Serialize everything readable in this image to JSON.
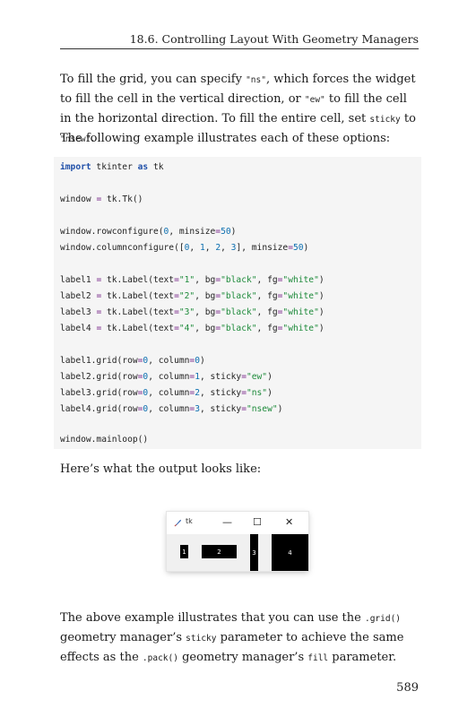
{
  "header": {
    "running_title": "18.6. Controlling Layout With Geometry Managers"
  },
  "intro": {
    "text1": "To fill the grid, you can specify ",
    "code1": "\"ns\"",
    "text2": ", which forces the widget to fill the cell in the vertical direction, or ",
    "code2": "\"ew\"",
    "text3": " to fill the cell in the horizontal direction. To fill the entire cell, set ",
    "code3": "sticky",
    "text4": " to ",
    "code4": "\"nsew\"",
    "text5": "."
  },
  "example_intro": "The following example illustrates each of these options:",
  "code_lines": {
    "l1": {
      "kw1": "import",
      "a": " tkinter ",
      "kw2": "as",
      "b": " tk"
    },
    "l2": {
      "a": "window ",
      "op": "=",
      "b": " tk.Tk()"
    },
    "l3": {
      "a": "window.rowconfigure(",
      "n1": "0",
      "b": ", minsize",
      "op": "=",
      "n2": "50",
      "c": ")"
    },
    "l4": {
      "a": "window.columnconfigure([",
      "n1": "0",
      "c1": ", ",
      "n2": "1",
      "c2": ", ",
      "n3": "2",
      "c3": ", ",
      "n4": "3",
      "b": "], minsize",
      "op": "=",
      "n5": "50",
      "c": ")"
    },
    "labels": [
      {
        "a": "label1 ",
        "b": " tk.Label(text",
        "s1": "\"1\"",
        "c": ", bg",
        "s2": "\"black\"",
        "d": ", fg",
        "s3": "\"white\"",
        "e": ")"
      },
      {
        "a": "label2 ",
        "b": " tk.Label(text",
        "s1": "\"2\"",
        "c": ", bg",
        "s2": "\"black\"",
        "d": ", fg",
        "s3": "\"white\"",
        "e": ")"
      },
      {
        "a": "label3 ",
        "b": " tk.Label(text",
        "s1": "\"3\"",
        "c": ", bg",
        "s2": "\"black\"",
        "d": ", fg",
        "s3": "\"white\"",
        "e": ")"
      },
      {
        "a": "label4 ",
        "b": " tk.Label(text",
        "s1": "\"4\"",
        "c": ", bg",
        "s2": "\"black\"",
        "d": ", fg",
        "s3": "\"white\"",
        "e": ")"
      }
    ],
    "grids": [
      {
        "a": "label1.grid(row",
        "n1": "0",
        "b": ", column",
        "n2": "0",
        "tail": ")"
      },
      {
        "a": "label2.grid(row",
        "n1": "0",
        "b": ", column",
        "n2": "1",
        "c": ", sticky",
        "s": "\"ew\"",
        "tail": ")"
      },
      {
        "a": "label3.grid(row",
        "n1": "0",
        "b": ", column",
        "n2": "2",
        "c": ", sticky",
        "s": "\"ns\"",
        "tail": ")"
      },
      {
        "a": "label4.grid(row",
        "n1": "0",
        "b": ", column",
        "n2": "3",
        "c": ", sticky",
        "s": "\"nsew\"",
        "tail": ")"
      }
    ],
    "last": "window.mainloop()",
    "eq": "="
  },
  "output_intro": "Here’s what the output looks like:",
  "tk_window": {
    "title": "tk",
    "minimize": "—",
    "maximize": "☐",
    "close": "✕",
    "labels": [
      "1",
      "2",
      "3",
      "4"
    ]
  },
  "closing": {
    "text1": "The above example illustrates that you can use the ",
    "code1": ".grid()",
    "text2": " geometry manager’s ",
    "code2": "sticky",
    "text3": " parameter to achieve the same effects as the ",
    "code3": ".pack()",
    "text4": " geometry manager’s ",
    "code4": "fill",
    "text5": " parameter."
  },
  "page_number": "589"
}
